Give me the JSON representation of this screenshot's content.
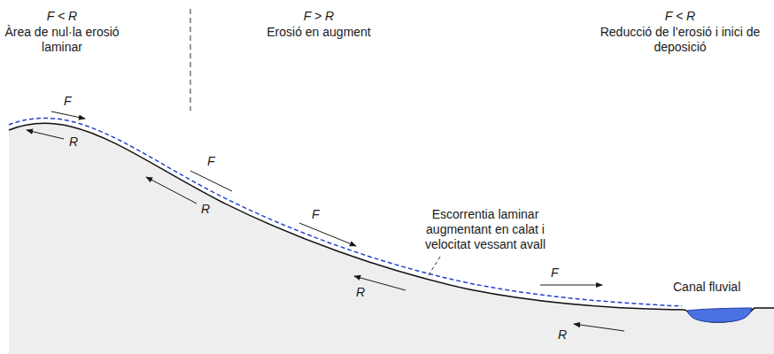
{
  "diagram": {
    "labels": [
      "F < R",
      "Àrea de nul·la erosió laminar",
      "F > R",
      "Erosió en augment",
      "F < R",
      "Reducció de l’erosió i inici de deposició",
      "Escorrentia laminar augmentant en calat i velocitat vessant avall",
      "Canal fluvial",
      "F",
      "R",
      "F",
      "R",
      "F",
      "R",
      "F",
      "R"
    ]
  }
}
